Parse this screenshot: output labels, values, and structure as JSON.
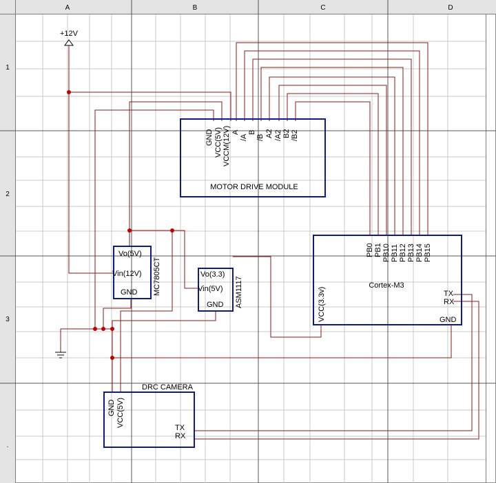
{
  "zones": {
    "columns": [
      "A",
      "B",
      "C",
      "D"
    ],
    "rows": [
      "1",
      "2",
      "3",
      "."
    ]
  },
  "power": {
    "rail": "+12V"
  },
  "motor_module": {
    "name": "MOTOR DRIVE MODULE",
    "pins": [
      "GND",
      "VCC(5V)",
      "VCCM(12V)",
      "A",
      "/A",
      "B",
      "/B",
      "A2",
      "/A2",
      "B2",
      "/B2"
    ]
  },
  "mcu": {
    "name": "Cortex-M3",
    "top_pins": [
      "PB0",
      "PB1",
      "PB10",
      "PB11",
      "PB12",
      "PB13",
      "PB14",
      "PB15"
    ],
    "power_pin": "VCC(3.3v)",
    "tx": "TX",
    "rx": "RX",
    "gnd": "GND"
  },
  "regulator_5v": {
    "name": "MC7805CT",
    "vout": "Vo(5V)",
    "vin": "Vin(12V)",
    "gnd": "GND"
  },
  "regulator_33": {
    "name": "ASM1117",
    "vout": "Vo(3.3)",
    "vin": "Vin(5V)",
    "gnd": "GND"
  },
  "camera": {
    "name": "DRC CAMERA",
    "gnd": "GND",
    "vcc": "VCC(5V)",
    "tx": "TX",
    "rx": "RX"
  }
}
